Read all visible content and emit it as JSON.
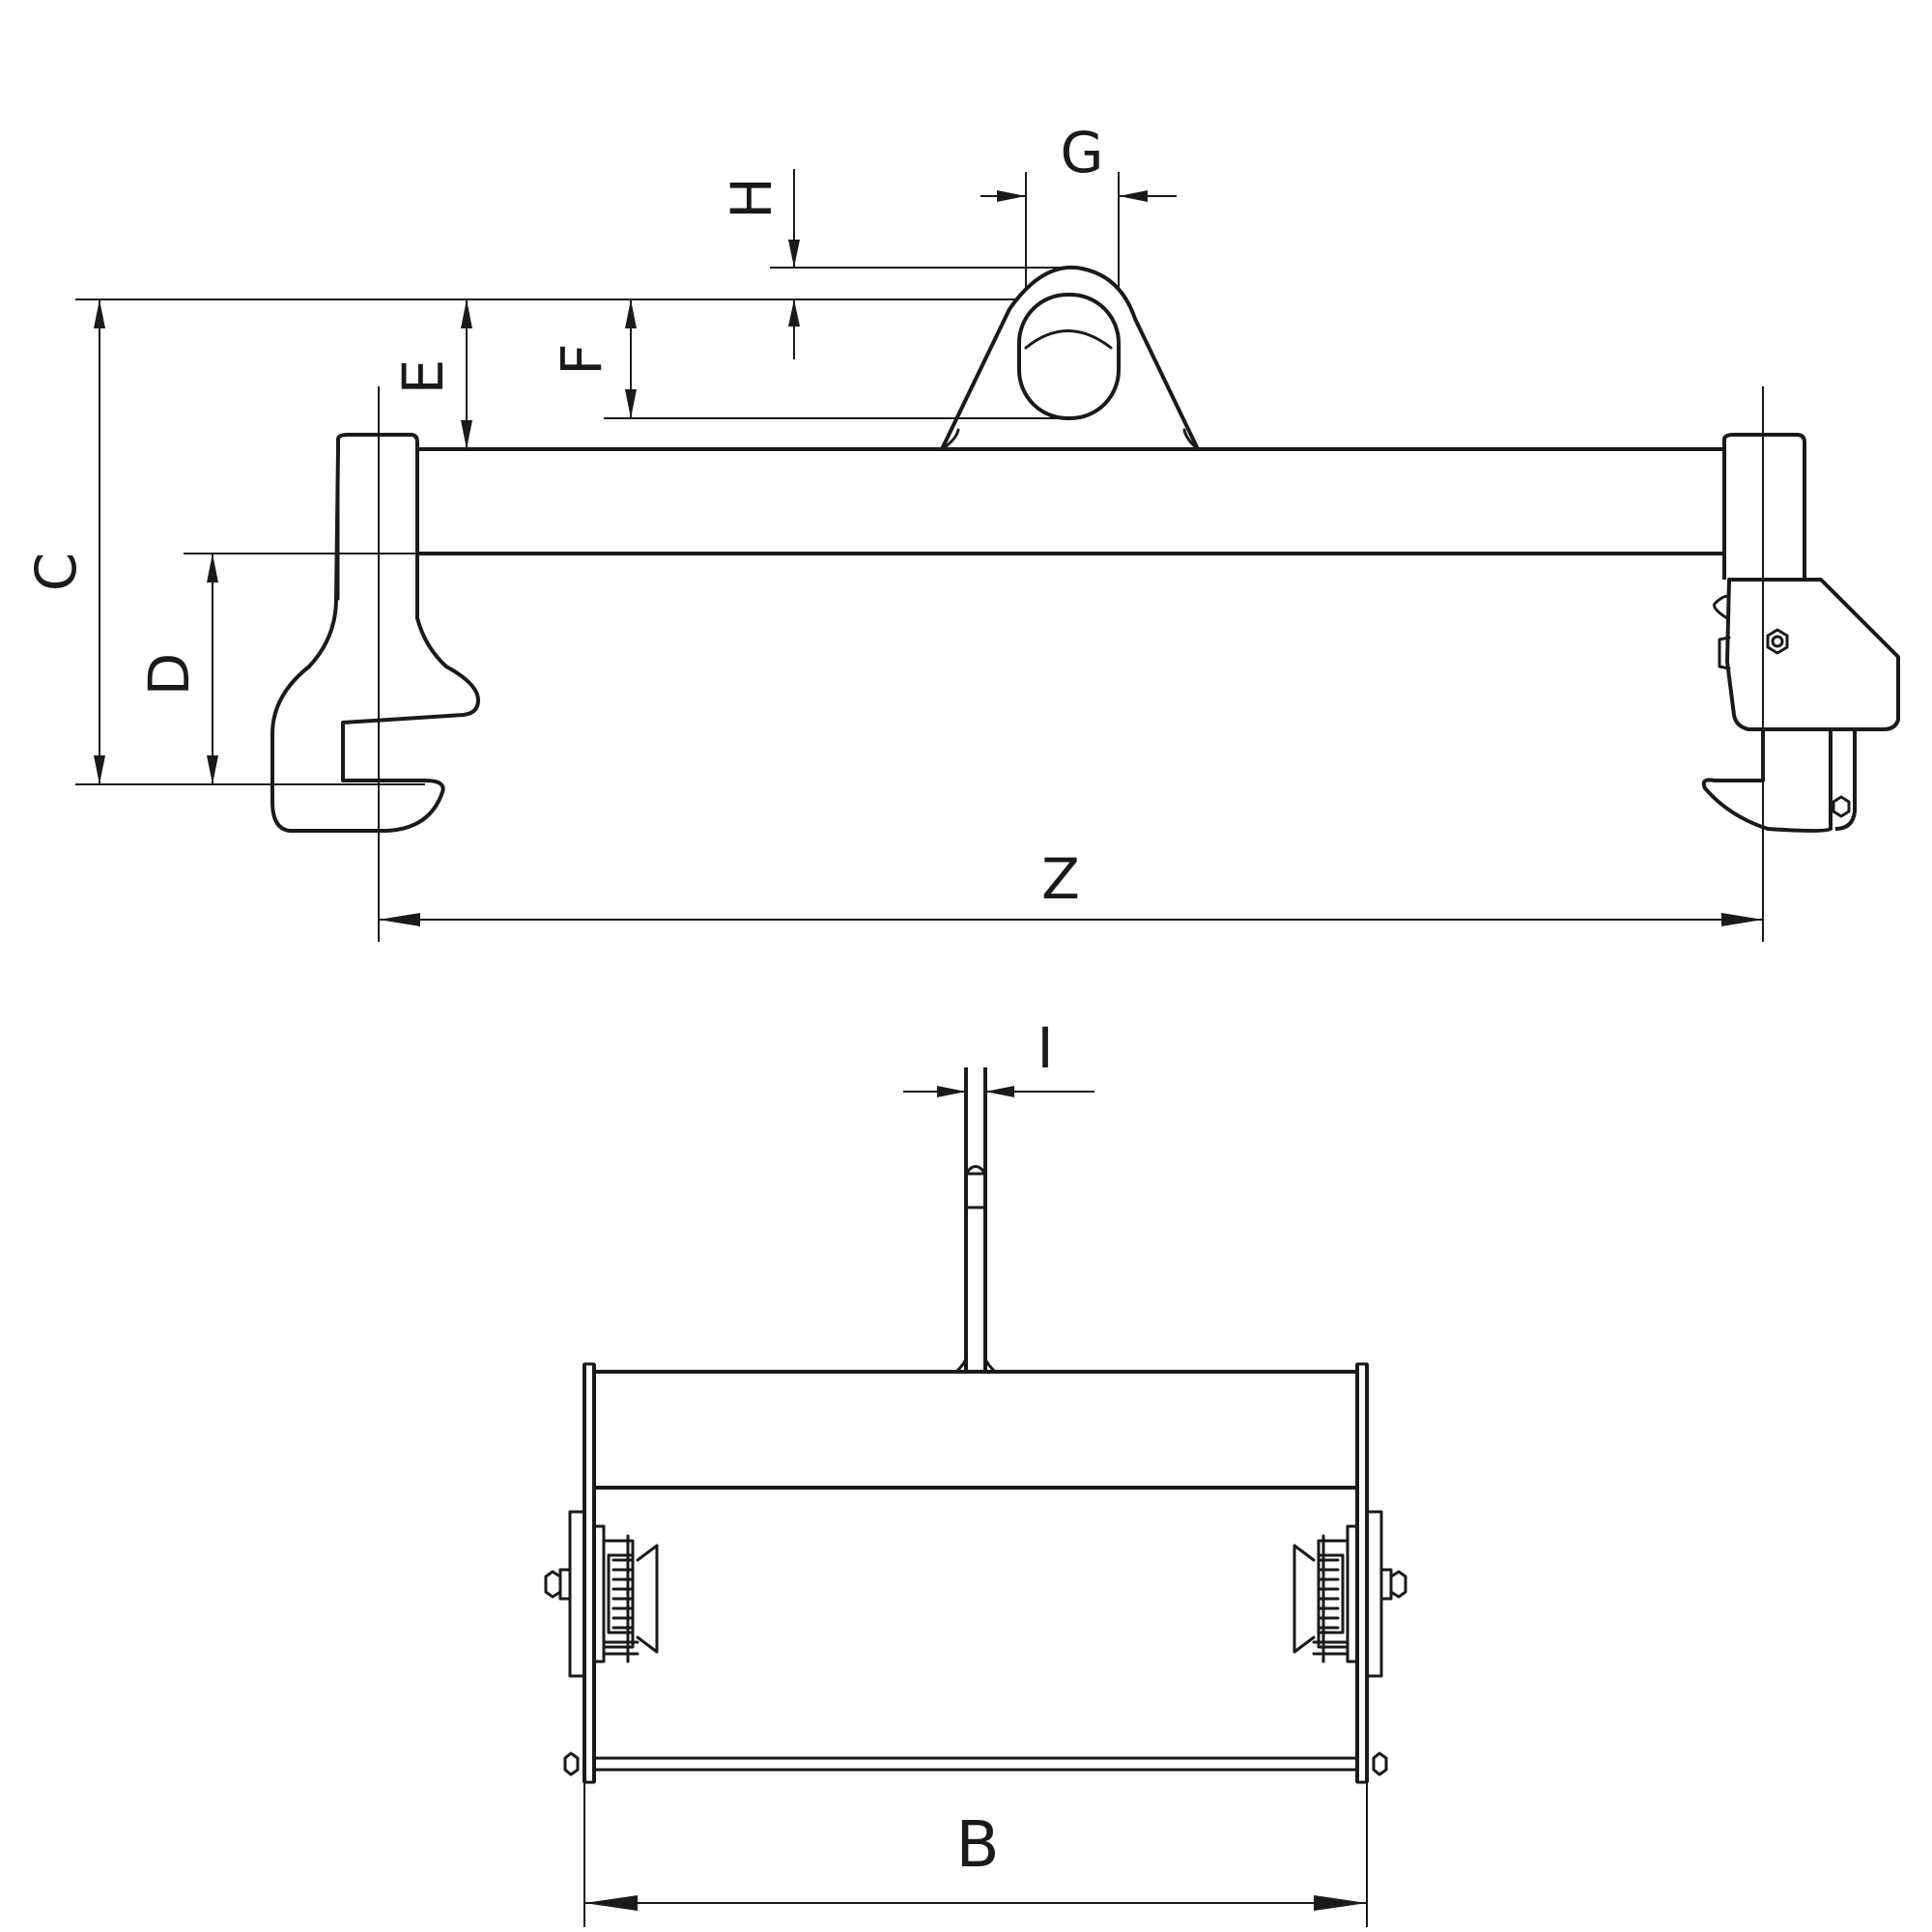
{
  "labels": {
    "G": "G",
    "H": "H",
    "E": "E",
    "F": "F",
    "C": "C",
    "D": "D",
    "Z": "Z",
    "I": "I",
    "B": "B"
  }
}
